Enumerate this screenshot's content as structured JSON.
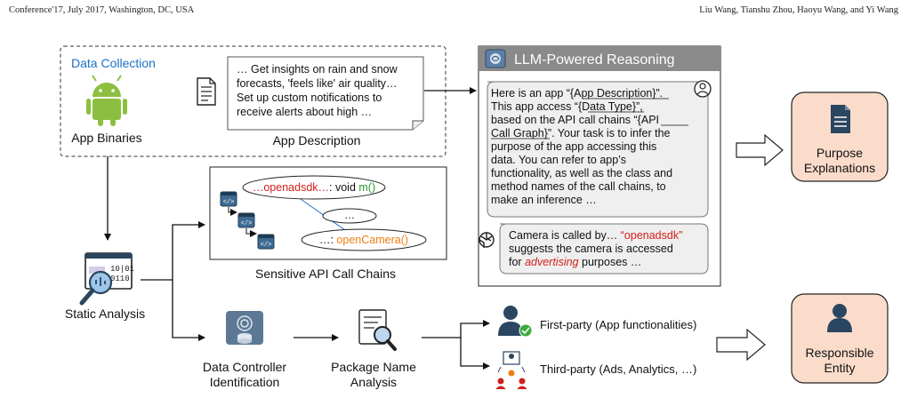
{
  "header": {
    "left": "Conference'17, July 2017, Washington, DC, USA",
    "right": "Liu Wang, Tianshu Zhou, Haoyu Wang, and Yi Wang"
  },
  "data_collection": {
    "title": "Data Collection",
    "app_binaries": "App Binaries",
    "app_description_label": "App Description",
    "description_lines": [
      "… Get insights on rain and snow",
      "forecasts, 'feels like' air quality…",
      "Set up custom notifications to",
      "receive alerts about high …"
    ]
  },
  "call_chains": {
    "label": "Sensitive API Call Chains",
    "node1_red": "…openadsdk…",
    "node1_mid": ": void ",
    "node1_green": "m()",
    "node2": "…",
    "node3_prefix": "…: ",
    "node3_orange": "openCamera()"
  },
  "static_analysis": {
    "label": "Static Analysis"
  },
  "llm": {
    "title": "LLM-Powered Reasoning",
    "prompt_lines": [
      "Here is an app “{App Description}”.",
      "This app access “{Data Type}”,",
      "based on the API call chains “{API",
      "Call Graph}”. Your task is to infer the",
      "purpose of the app accessing this",
      "data. You can refer to app’s",
      "functionality, as well as the class and",
      "method names of the call chains, to",
      "make an inference …"
    ],
    "response": {
      "l1_pre": "Camera is called by… ",
      "l1_red": "“openadsdk”",
      "l2": "suggests the camera is accessed",
      "l3_pre": "for ",
      "l3_red": "advertising",
      "l3_post": " purposes …"
    }
  },
  "outputs": {
    "purpose": [
      "Purpose",
      "Explanations"
    ],
    "responsible": [
      "Responsible",
      "Entity"
    ]
  },
  "controller": {
    "label": [
      "Data Controller",
      "Identification"
    ],
    "package": [
      "Package Name",
      "Analysis"
    ],
    "first_party": "First-party (App functionalities)",
    "third_party": "Third-party (Ads, Analytics, …)"
  },
  "colors": {
    "accent_blue": "#1c72c7",
    "red": "#d0201b",
    "orange": "#ee7d14",
    "green": "#2a9a2a",
    "output_fill": "#fbdccb",
    "llm_header": "#8a8a8a"
  }
}
